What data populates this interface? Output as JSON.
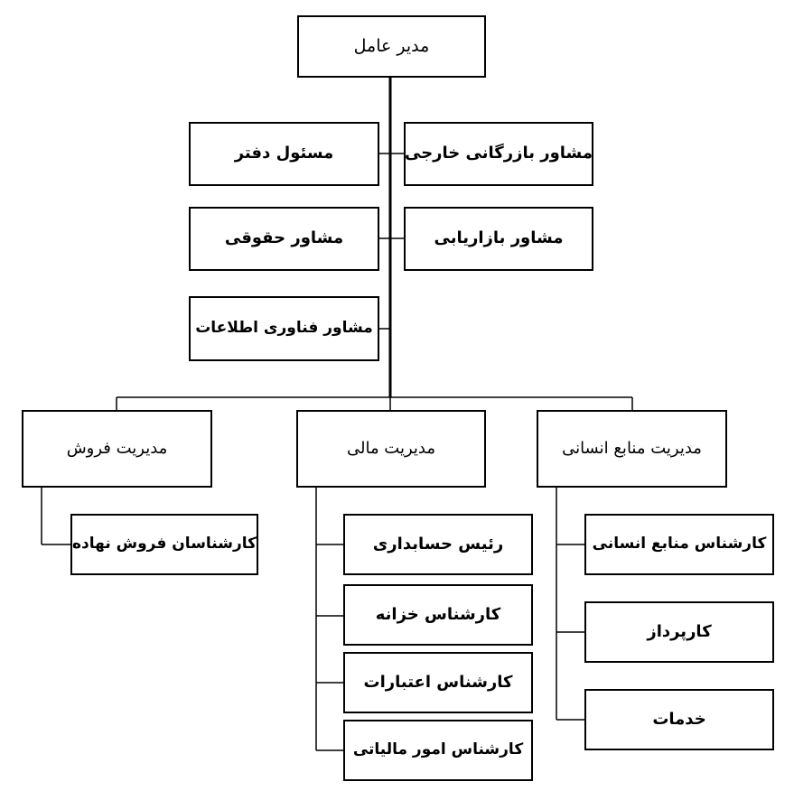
{
  "chart": {
    "ceo": "مدیر عامل",
    "advisors": {
      "foreign_trade": "مشاور بازرگانی خارجی",
      "office_manager": "مسئول دفتر",
      "marketing": "مشاور بازاریابی",
      "legal": "مشاور حقوقی",
      "it": "مشاور فناوری اطلاعات"
    },
    "departments": {
      "hr": {
        "title": "مدیریت منابع انسانی",
        "units": [
          "کارشناس منابع انسانی",
          "کارپرداز",
          "خدمات"
        ]
      },
      "finance": {
        "title": "مدیریت مالی",
        "units": [
          "رئیس حسابداری",
          "کارشناس خزانه",
          "کارشناس اعتبارات",
          "کارشناس امور مالیاتی"
        ]
      },
      "sales": {
        "title": "مدیریت فروش",
        "units": [
          "کارشناسان فروش نهاده"
        ]
      }
    }
  }
}
